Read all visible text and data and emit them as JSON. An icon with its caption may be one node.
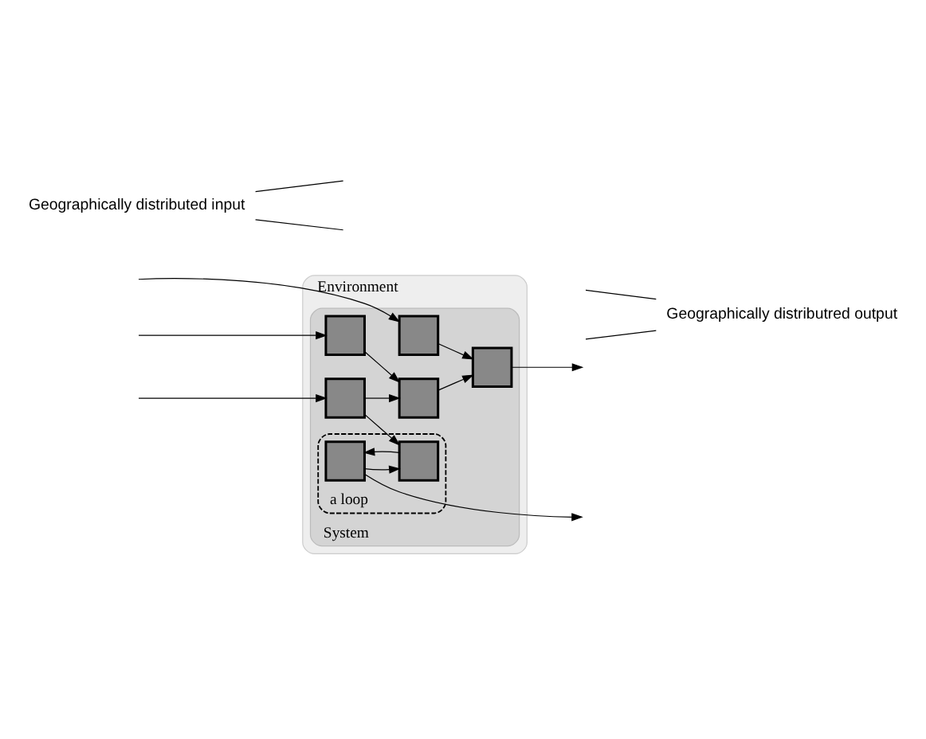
{
  "diagram": {
    "nodes": [
      {
        "text": [
          "Environment"
        ]
      },
      {
        "text": [
          "System"
        ],
        "in": 0
      },
      {
        "text": [
          "a loop"
        ],
        "in": 1
      },
      {
        "text": [],
        "shape": "box",
        "in": 2
      },
      {
        "text": [],
        "shape": "box",
        "in": 2
      },
      {
        "text": [],
        "shape": "box",
        "in": 1
      },
      {
        "text": [],
        "shape": "box",
        "in": 1
      },
      {
        "text": [],
        "shape": "box",
        "in": 1
      },
      {
        "text": [],
        "shape": "box",
        "in": 1
      },
      {
        "text": [],
        "shape": "box",
        "in": 1
      },
      {
        "text": [
          "Geographically distributed input"
        ]
      },
      {
        "text": [
          "Geographically distributred output"
        ]
      }
    ],
    "edges": [
      {
        "from": null,
        "to": 5,
        "arrow": "to"
      },
      {
        "from": null,
        "to": 6,
        "arrow": "to"
      },
      {
        "from": null,
        "to": 9,
        "arrow": "to"
      },
      {
        "from": 3,
        "to": 4,
        "arrow": "to"
      },
      {
        "from": 4,
        "to": 3,
        "arrow": "to"
      },
      {
        "from": 5,
        "to": 4,
        "arrow": "to"
      },
      {
        "from": 5,
        "to": 7,
        "arrow": "to"
      },
      {
        "from": 6,
        "to": 7,
        "arrow": "to"
      },
      {
        "from": 7,
        "to": 8,
        "arrow": "to"
      },
      {
        "from": 9,
        "to": 8,
        "arrow": "to"
      },
      {
        "from": 3,
        "to": null,
        "arrow": "to"
      },
      {
        "from": 8,
        "to": null,
        "arrow": "to"
      },
      {
        "from": 10,
        "to": null,
        "arrow": "none"
      },
      {
        "from": 10,
        "to": null,
        "arrow": "none"
      },
      {
        "from": 11,
        "to": null,
        "arrow": "none"
      },
      {
        "from": 11,
        "to": null,
        "arrow": "none"
      }
    ]
  }
}
